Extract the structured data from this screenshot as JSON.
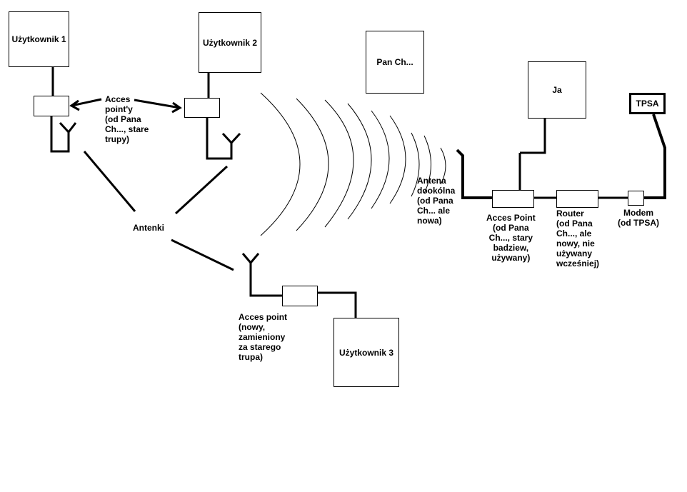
{
  "users": {
    "user1": "Użytkownik 1",
    "user2": "Użytkownik 2",
    "user3": "Użytkownik 3",
    "pan": "Pan Ch...",
    "ja": "Ja",
    "tpsa": "TPSA"
  },
  "labels": {
    "acces_pointy": "Acces\npoint'y\n(od Pana\nCh..., stare\ntrupy)",
    "antenki": "Antenki",
    "acces_point_new": "Acces point\n(nowy,\nzamieniony\nza starego\ntrupa)",
    "antena": "Antena\ndookólna\n(od Pana\nCh... ale\nnowa)",
    "ap_right": "Acces Point\n(od Pana\nCh..., stary\nbadziew,\nużywany)",
    "router": "Router\n(od Pana\nCh..., ale\nnowy, nie\nużywany\nwcześniej)",
    "modem": "Modem\n(od TPSA)"
  }
}
